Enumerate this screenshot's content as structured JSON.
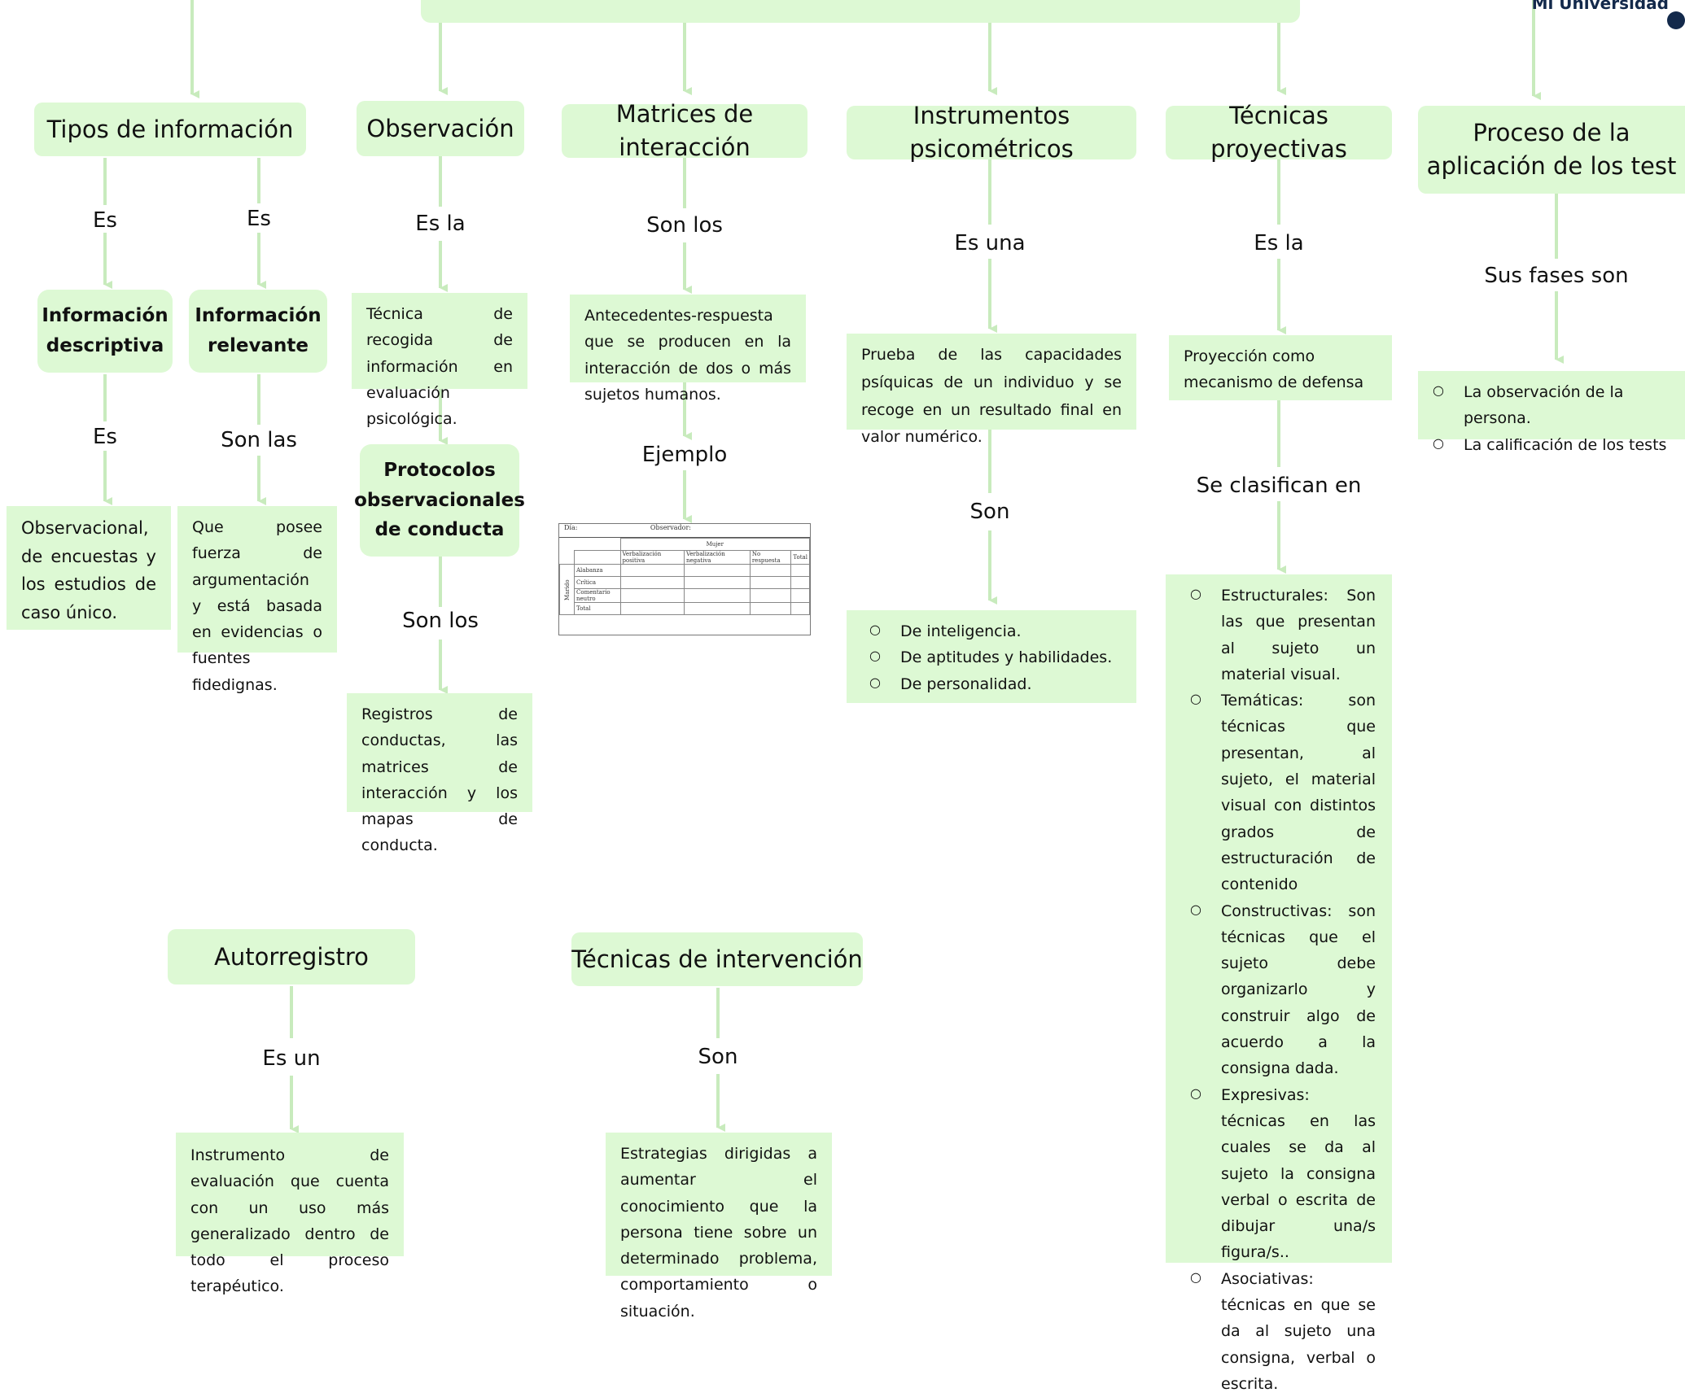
{
  "brand": {
    "logo_text": "Mi Universidad"
  },
  "nodes": {
    "tipos": {
      "title": "Tipos de información",
      "conn_a": "Es",
      "conn_b": "Es",
      "info_desc": "Información descriptiva",
      "info_rel": "Información relevante",
      "conn_a2": "Es",
      "conn_b2": "Son las",
      "desc_text": "Observacional, de encuestas y los estudios de caso único.",
      "rel_text": "Que posee fuerza de argumentación y está basada en evidencias o fuentes fidedignas."
    },
    "obs": {
      "title": "Observación",
      "conn1": "Es la",
      "text1": "Técnica de recogida de información en evaluación psicológica.",
      "protocolos": "Protocolos observacionales de conducta",
      "conn2": "Son los",
      "text2": "Registros de conductas, las matrices de interacción y los mapas de conducta."
    },
    "matrices": {
      "title": "Matrices de interacción",
      "conn1": "Son los",
      "text1": "Antecedentes-respuesta que se producen en la interacción de dos o más sujetos humanos.",
      "conn2": "Ejemplo"
    },
    "psico": {
      "title": "Instrumentos psicométricos",
      "conn1": "Es una",
      "text1": "Prueba de las capacidades psíquicas de un individuo y se recoge en un resultado final en valor numérico.",
      "conn2": "Son",
      "items": [
        "De inteligencia.",
        "De aptitudes y habilidades.",
        "De personalidad."
      ]
    },
    "proy": {
      "title": "Técnicas proyectivas",
      "conn1": "Es la",
      "text1": "Proyección como mecanismo de defensa",
      "conn2": "Se clasifican en",
      "items": [
        "Estructurales: Son las que presentan al sujeto un material visual.",
        "Temáticas: son técnicas que presentan, al sujeto, el material visual con distintos grados de estructuración de contenido",
        "Constructivas: son técnicas que el sujeto debe organizarlo y construir algo de acuerdo a la consigna dada.",
        "Expresivas: técnicas en las cuales se da al sujeto la consigna verbal o escrita de dibujar una/s figura/s..",
        "Asociativas: técnicas en que se da al sujeto una consigna, verbal o escrita."
      ]
    },
    "proceso": {
      "title": "Proceso de la aplicación de los test",
      "conn1": "Sus fases son",
      "items": [
        "La observación de la persona.",
        "La calificación de los tests"
      ]
    },
    "auto": {
      "title": "Autorregistro",
      "conn1": "Es un",
      "text1": "Instrumento de evaluación que cuenta con un uso más generalizado dentro de todo el proceso terapéutico."
    },
    "interv": {
      "title": "Técnicas de intervención",
      "conn1": "Son",
      "text1": "Estrategias dirigidas a aumentar el conocimiento que la persona tiene sobre un determinado problema, comportamiento o situación."
    }
  },
  "example_table": {
    "header_left": "Día:",
    "header_right": "Observador:",
    "group": "Mujer",
    "side_label": "Marido",
    "columns": [
      "Verbalización positiva",
      "Verbalización negativa",
      "No respuesta",
      "Total"
    ],
    "rows": [
      "Alabanza",
      "Crítica",
      "Comentario neutro",
      "Total"
    ]
  }
}
